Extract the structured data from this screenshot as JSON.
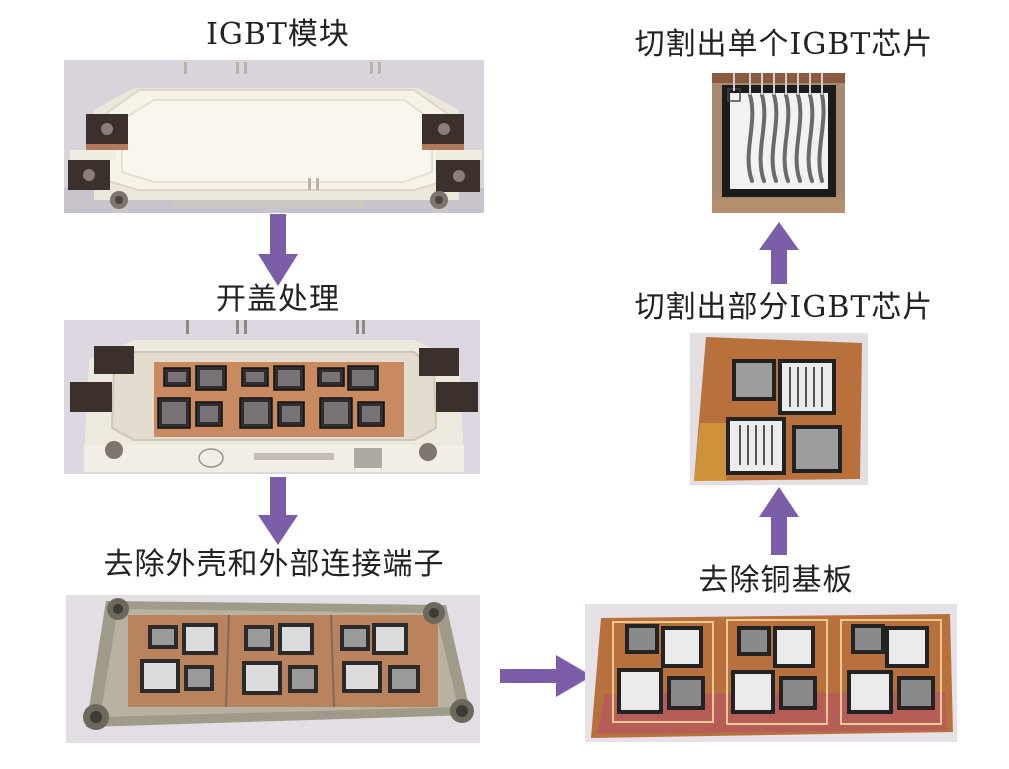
{
  "figure": {
    "steps": [
      {
        "id": "igbt-module",
        "label": "IGBT模块"
      },
      {
        "id": "open-cover",
        "label": "开盖处理"
      },
      {
        "id": "remove-shell-terminals",
        "label": "去除外壳和外部连接端子"
      },
      {
        "id": "remove-copper-base",
        "label": "去除铜基板"
      },
      {
        "id": "cut-partial-chips",
        "label": "切割出部分IGBT芯片"
      },
      {
        "id": "cut-single-chip",
        "label": "切割出单个IGBT芯片"
      }
    ],
    "flow": [
      {
        "from": "IGBT模块",
        "to": "开盖处理",
        "direction": "down"
      },
      {
        "from": "开盖处理",
        "to": "去除外壳和外部连接端子",
        "direction": "down"
      },
      {
        "from": "去除外壳和外部连接端子",
        "to": "去除铜基板",
        "direction": "right"
      },
      {
        "from": "去除铜基板",
        "to": "切割出部分IGBT芯片",
        "direction": "up"
      },
      {
        "from": "切割出部分IGBT芯片",
        "to": "切割出单个IGBT芯片",
        "direction": "up"
      }
    ],
    "colors": {
      "arrow": "#7b5ea7",
      "housing": "#f1ede3",
      "copper": "#c98a62",
      "chip_dark": "#2a2a2a",
      "chip_light": "#e8e8e8",
      "background": "#ffffff"
    }
  }
}
